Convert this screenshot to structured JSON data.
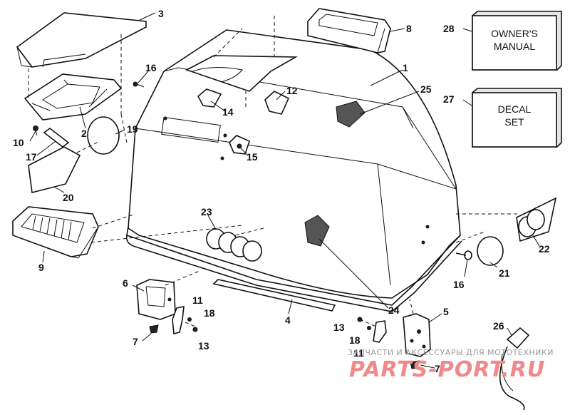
{
  "callouts": {
    "c1": "1",
    "c2": "2",
    "c3": "3",
    "c4": "4",
    "c5": "5",
    "c6": "6",
    "c7a": "7",
    "c7b": "7",
    "c8": "8",
    "c9": "9",
    "c10": "10",
    "c11a": "11",
    "c11b": "11",
    "c12": "12",
    "c13a": "13",
    "c13b": "13",
    "c14": "14",
    "c15": "15",
    "c16a": "16",
    "c16b": "16",
    "c17": "17",
    "c18a": "18",
    "c18b": "18",
    "c19": "19",
    "c20": "20",
    "c21": "21",
    "c22": "22",
    "c23": "23",
    "c24": "24",
    "c25": "25",
    "c26": "26",
    "c27": "27",
    "c28": "28"
  },
  "boxes": {
    "owners_manual": {
      "line1": "OWNER'S",
      "line2": "MANUAL"
    },
    "decal_set": {
      "line1": "DECAL",
      "line2": "SET"
    }
  },
  "watermark": {
    "caption": "ЗАПЧАСТИ И АКСЕССУАРЫ ДЛЯ МОТОТЕХНИКИ",
    "brand": "PARTS-PORT.RU"
  }
}
